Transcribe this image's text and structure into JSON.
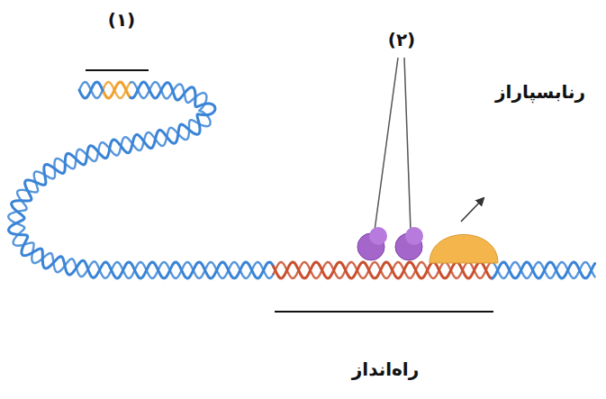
{
  "diagram": {
    "labels": [
      "(۱)",
      "(۲)",
      "رنابسپاراز",
      "راه‌انداز"
    ]
  }
}
